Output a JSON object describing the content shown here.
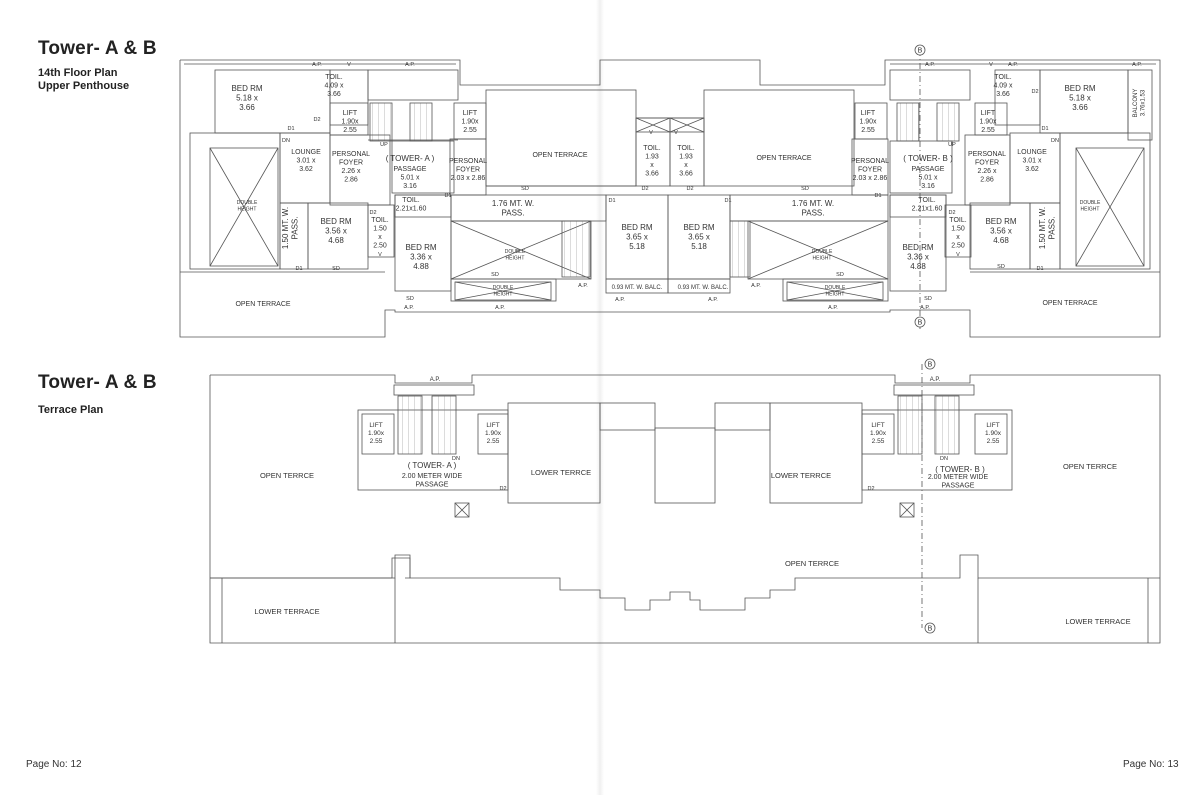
{
  "page": {
    "title_top": "Tower- A & B",
    "subtitle_top_line1": "14th Floor Plan",
    "subtitle_top_line2": "Upper Penthouse",
    "title_bottom": "Tower- A & B",
    "subtitle_bottom": "Terrace Plan",
    "page_left": "Page No: 12",
    "page_right": "Page No: 13"
  },
  "floor": {
    "ap": "A.P.",
    "d1": "D1",
    "d2": "D2",
    "sd": "SD",
    "dn": "DN",
    "up": "UP",
    "v": "V",
    "grid_b": "B",
    "bed_big": [
      "BED RM",
      "5.18 x",
      "3.66"
    ],
    "toil_top": [
      "TOIL.",
      "4.09 x",
      "3.66"
    ],
    "lift": [
      "LIFT",
      "1.90x",
      "2.55"
    ],
    "lounge": [
      "LOUNGE",
      "3.01 x",
      "3.62"
    ],
    "personal_foyer": [
      "PERSONAL",
      "FOYER",
      "2.26 x",
      "2.86"
    ],
    "passage": [
      "PASSAGE",
      "5.01 x",
      "3.16"
    ],
    "tower_a": "( TOWER- A )",
    "tower_b": "( TOWER- B )",
    "personal_foyer_2": [
      "PERSONAL",
      "FOYER",
      "2.03 x 2.86"
    ],
    "open_terrace": "OPEN TERRACE",
    "toil_small": [
      "TOIL.",
      "1.93",
      "x",
      "3.66"
    ],
    "double_height": [
      "DOUBLE",
      "HEIGHT"
    ],
    "pass_150": [
      "1.50 MT. W.",
      "PASS."
    ],
    "bed_356": [
      "BED RM",
      "3.56 x",
      "4.68"
    ],
    "toil_150": [
      "TOIL.",
      "1.50",
      "x",
      "2.50"
    ],
    "toil_221": [
      "TOIL.",
      "2.21x1.60"
    ],
    "pass_176": [
      "1.76 MT. W.",
      "PASS."
    ],
    "bed_336": [
      "BED RM",
      "3.36 x",
      "4.88"
    ],
    "bed_365": [
      "BED RM",
      "3.65 x",
      "5.18"
    ],
    "balc_093": "0.93 MT. W. BALC.",
    "balcony": [
      "BALCONY",
      "3.76x1.53"
    ]
  },
  "terrace": {
    "open_terrce": "OPEN TERRCE",
    "lower_terrce": "LOWER TERRCE",
    "lower_terrace": "LOWER TERRACE",
    "lift": [
      "LIFT",
      "1.90x",
      "2.55"
    ],
    "tower_a": "( TOWER- A )",
    "tower_b": "( TOWER- B )",
    "wide_passage": [
      "2.00 METER WIDE",
      "PASSAGE"
    ],
    "dn": "DN",
    "d2": "D2",
    "ap": "A.P.",
    "grid_b": "B"
  }
}
